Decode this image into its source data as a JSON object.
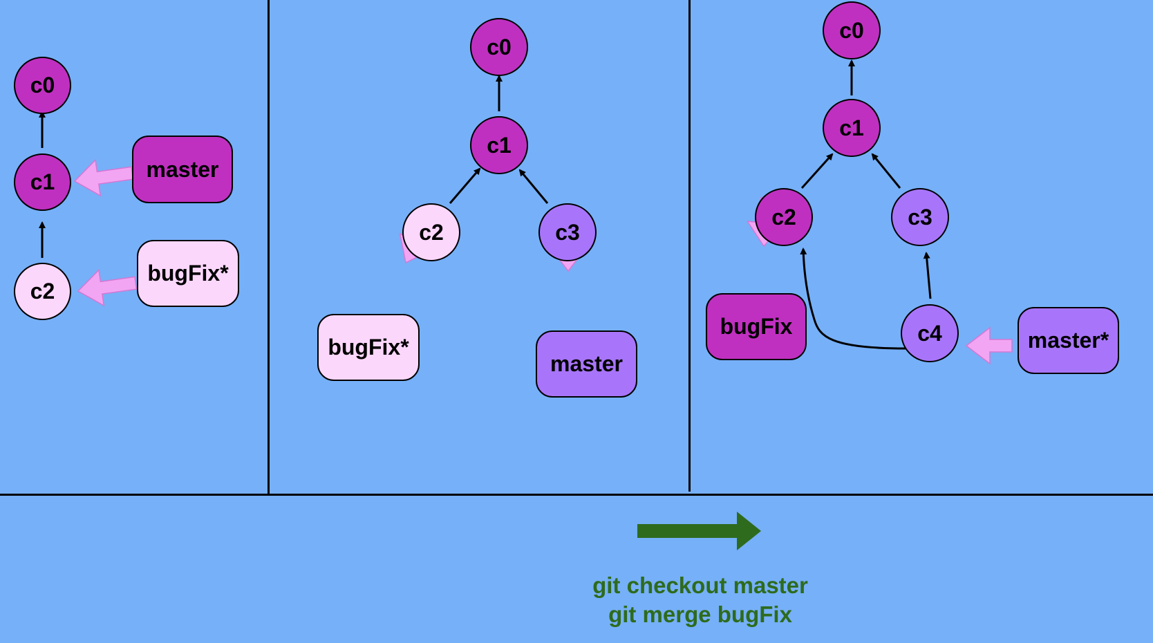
{
  "colors": {
    "background": "#76b0f8",
    "commit_dark": "#c030c0",
    "commit_light": "#fcd7fc",
    "commit_purple": "#a875fa",
    "pointer_arrow": "#f2a5f2",
    "command_text": "#2e6b1d"
  },
  "panel1": {
    "commits": {
      "c0": "c0",
      "c1": "c1",
      "c2": "c2"
    },
    "branches": {
      "master": "master",
      "bugfix": "bugFix*"
    }
  },
  "panel2": {
    "commits": {
      "c0": "c0",
      "c1": "c1",
      "c2": "c2",
      "c3": "c3"
    },
    "branches": {
      "bugfix": "bugFix*",
      "master": "master"
    }
  },
  "panel3": {
    "commits": {
      "c0": "c0",
      "c1": "c1",
      "c2": "c2",
      "c3": "c3",
      "c4": "c4"
    },
    "branches": {
      "bugfix": "bugFix",
      "master": "master*"
    }
  },
  "commands": {
    "line1": "git checkout master",
    "line2": "git merge bugFix"
  }
}
